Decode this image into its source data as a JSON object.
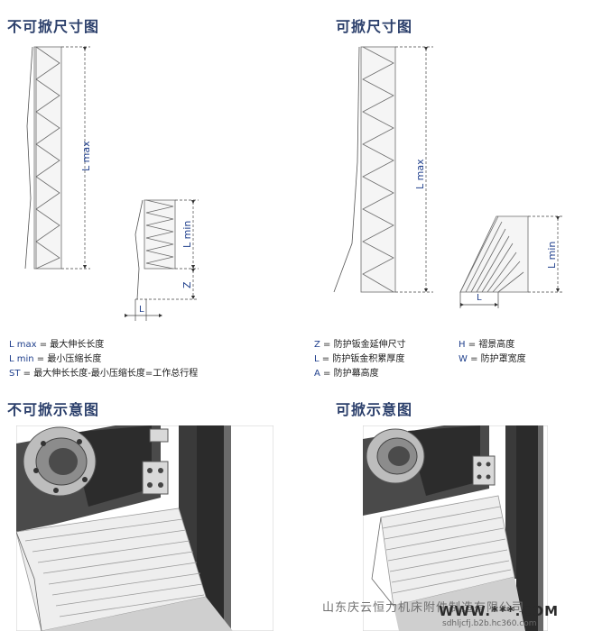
{
  "titles": {
    "top_left": "不可掀尺寸图",
    "top_right": "可掀尺寸图",
    "bottom_left": "不可掀示意图",
    "bottom_right": "可掀示意图"
  },
  "dimension_labels": {
    "lmax": "L max",
    "lmin": "L min",
    "z": "Z",
    "l": "L"
  },
  "legend_left": [
    {
      "key": "L max",
      "eq": " = ",
      "text": "最大伸长长度"
    },
    {
      "key": "L min",
      "eq": " = ",
      "text": "最小压缩长度"
    },
    {
      "key": "ST",
      "eq": " = ",
      "text": "最大伸长长度-最小压缩长度=工作总行程"
    }
  ],
  "legend_mid": [
    {
      "key": "Z",
      "eq": " = ",
      "text": "防护钣金延伸尺寸"
    },
    {
      "key": "L",
      "eq": " = ",
      "text": "防护钣金积累厚度"
    },
    {
      "key": "A",
      "eq": " = ",
      "text": "防护幕高度"
    }
  ],
  "legend_right": [
    {
      "key": "H",
      "eq": " = ",
      "text": "褶景高度"
    },
    {
      "key": "W",
      "eq": " = ",
      "text": "防护罩宽度"
    }
  ],
  "watermark": {
    "company": "山东庆云恒力机床附件制造有限公司",
    "site": "WWW.***.COM",
    "url": "sdhljcfj.b2b.hc360.com"
  }
}
